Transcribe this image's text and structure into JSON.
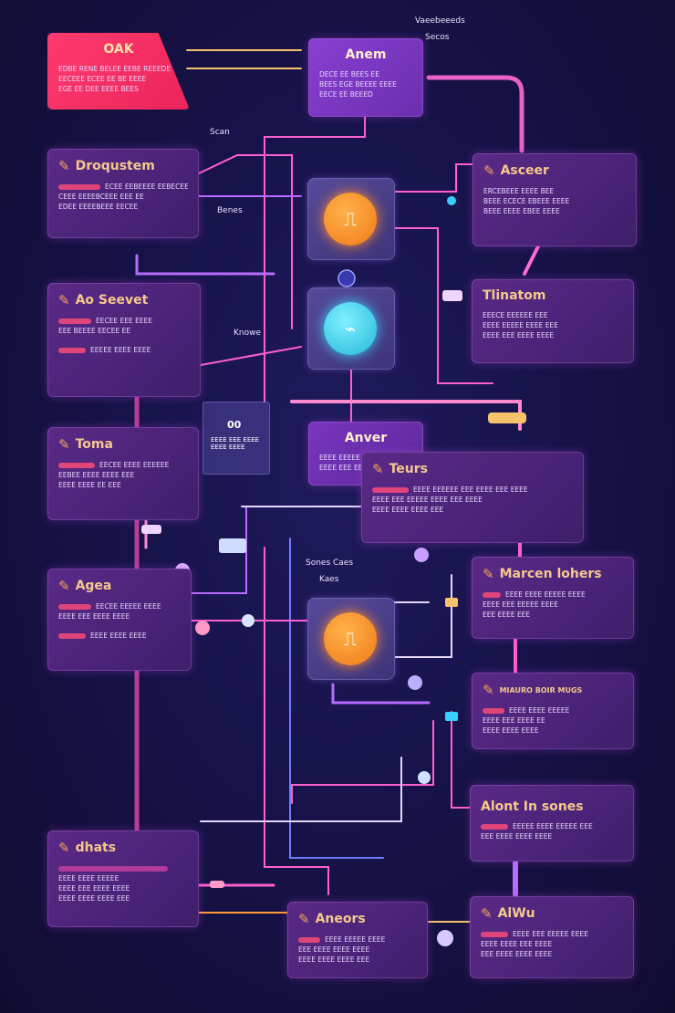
{
  "header": {
    "label_1": "Vaeebeeeds",
    "label_2": "Secos"
  },
  "labels": {
    "scan": "Scan",
    "bene": "Benes",
    "knowe": "Knowe",
    "sones": "Sones Caes",
    "kaes": "Kaes"
  },
  "cards": {
    "oak": {
      "title": "OAK",
      "lines": [
        "EDBE RENE BELEE EEBE REEEDE",
        "EECEEE ECEE EE BE EEEE",
        "EGE EE DEE EEEE BEES"
      ]
    },
    "anem": {
      "title": "Anem",
      "lines": [
        "DECE EE BEES EE",
        "BEES EGE BEEEE EEEE",
        "EECE EE BEEED"
      ]
    },
    "droquestom": {
      "title": "Droqustem",
      "lines": [
        "ECEE EEBEEEE EEBECEEE EEE",
        "CEEE EEEEBCEEE EEE EE",
        "EDEE EEEEBEEE EECEE"
      ]
    },
    "asceer": {
      "title": "Asceer",
      "lines": [
        "ERCEBEEE EEEE BEE",
        "BEEE ECECE EBEEE EEEE",
        "BEEE EEEE EBEE EEEE"
      ]
    },
    "seevet": {
      "title": "Ao Seevet",
      "lines": [
        "EECEE EEE EEEE",
        "EEE BEEEE EECEE EE",
        "EEEEE EEEE EEEE"
      ]
    },
    "linatom": {
      "title": "Tlinatom",
      "lines": [
        "EEECE EEEEEE EEE",
        "EEEE EEEEE EEEE EEE",
        "EEEE EEE EEEE EEEE"
      ]
    },
    "tomo": {
      "title": "Toma",
      "lines": [
        "EECEE EEEE EEEEEE",
        "EEBEE EEEE EEEE EEE",
        "EEEE EEEE EE EEE"
      ]
    },
    "anver": {
      "title": "Anver",
      "lines": [
        "EEEE EEEEE EEEE",
        "EEEE EEE EEEE"
      ]
    },
    "glass": {
      "title": "00",
      "lines": [
        "EEEE EEE EEEE",
        "EEEE EEEE"
      ]
    },
    "teurs": {
      "title": "Teurs",
      "lines": [
        "EEEE EEEEEE EEE EEEE EEE EEEE",
        "EEEE EEE EEEEE EEEE EEE EEEE",
        "EEEE EEEE EEEE EEE"
      ]
    },
    "agea": {
      "title": "Agea",
      "lines": [
        "EECEE EEEEE EEEE",
        "EEEE EEE EEEE EEEE",
        "EEEE EEEE EEEE"
      ]
    },
    "marcen": {
      "title": "Marcen lohers",
      "lines": [
        "EEEE EEEE EEEEE EEEE",
        "EEEE EEE EEEEE EEEE",
        "EEE EEEE EEE"
      ]
    },
    "mugs": {
      "title": "MIAURO  BOIR MUGS",
      "lines": [
        "EEEE EEEE EEEEE",
        "EEEE EEE EEEE EE",
        "EEEE EEEE EEEE"
      ]
    },
    "alont": {
      "title": "Alont In sones",
      "lines": [
        "EEEEE EEEE EEEEE EEE",
        "EEE EEEE EEEE EEEE"
      ]
    },
    "dhats": {
      "title": "dhats",
      "lines": [
        "EEEE EEEE EEEEE",
        "EEEE EEE EEEE EEEE",
        "EEEE EEEE EEEE EEE"
      ]
    },
    "aneors": {
      "title": "Aneors",
      "lines": [
        "EEEE EEEEE EEEE",
        "EEE EEEE EEEE EEEE",
        "EEEE EEEE EEEE EEE"
      ]
    },
    "alwu": {
      "title": "AlWu",
      "lines": [
        "EEEE EEE EEEEE EEEE",
        "EEEE EEEE EEE EEEE",
        "EEE EEEE EEEE EEEE"
      ]
    }
  },
  "icons": {
    "card_icon": "pipeline-tool-icon",
    "node_icon": "node-glyph-icon"
  },
  "colors": {
    "background": "#14103a",
    "card": "#4a2378",
    "accent_pink": "#e03c8c",
    "accent_orange": "#ff8a2a",
    "accent_cyan": "#39d0ff",
    "accent_gold": "#f6c88c"
  }
}
